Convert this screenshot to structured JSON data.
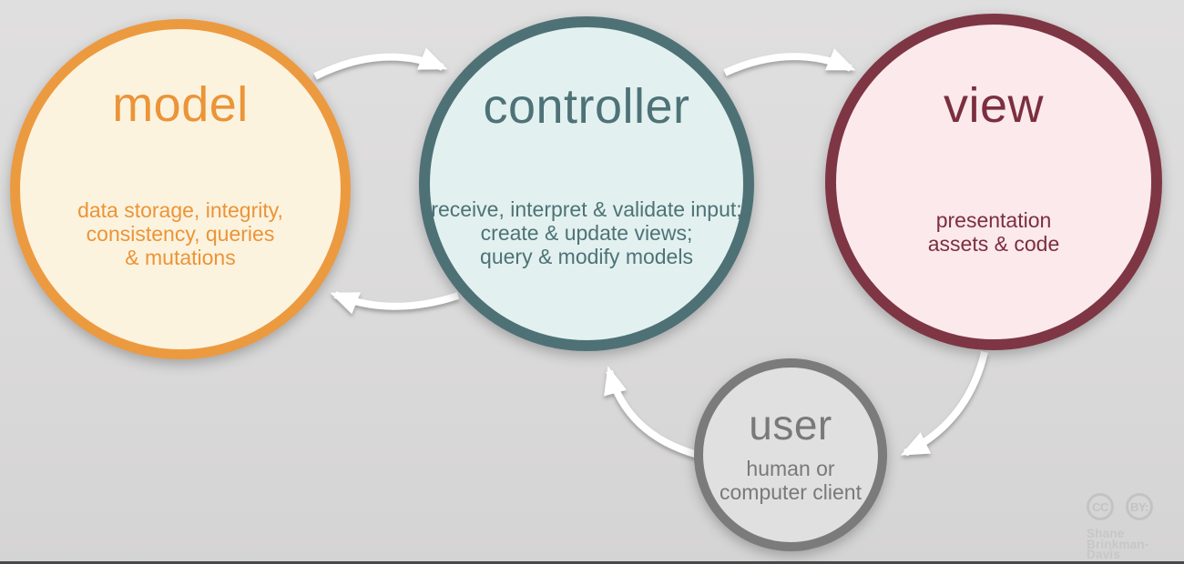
{
  "diagram": {
    "type": "mvc-cycle",
    "nodes": [
      {
        "id": "model",
        "label": "model",
        "desc_lines": [
          "data storage, integrity,",
          "consistency, queries",
          "& mutations"
        ],
        "colors": {
          "border": "#EC9A40",
          "fill": "#FCF3DE",
          "text": "#EB9438"
        }
      },
      {
        "id": "controller",
        "label": "controller",
        "desc_lines": [
          "receive, interpret & validate input;",
          "create & update views;",
          "query & modify models"
        ],
        "colors": {
          "border": "#4E7176",
          "fill": "#E2F1EF",
          "text": "#4E7277"
        }
      },
      {
        "id": "view",
        "label": "view",
        "desc_lines": [
          "presentation",
          "assets & code"
        ],
        "colors": {
          "border": "#7E3644",
          "fill": "#FBE9EC",
          "text": "#7B2F3E"
        }
      },
      {
        "id": "user",
        "label": "user",
        "desc_lines": [
          "human or",
          "computer client"
        ],
        "colors": {
          "border": "#7B7B7B",
          "fill": "#E0E0E0",
          "text": "#797979"
        }
      }
    ],
    "edges": [
      {
        "from": "model",
        "to": "controller"
      },
      {
        "from": "controller",
        "to": "view"
      },
      {
        "from": "controller",
        "to": "model"
      },
      {
        "from": "user",
        "to": "controller"
      },
      {
        "from": "view",
        "to": "user"
      }
    ],
    "arrow_color": "#FFFFFF"
  },
  "attribution": {
    "badge_cc": "CC",
    "badge_by": "BY:",
    "name_line1": "Shane",
    "name_line2": "Brinkman-Davis",
    "color": "#C4C4C4"
  }
}
